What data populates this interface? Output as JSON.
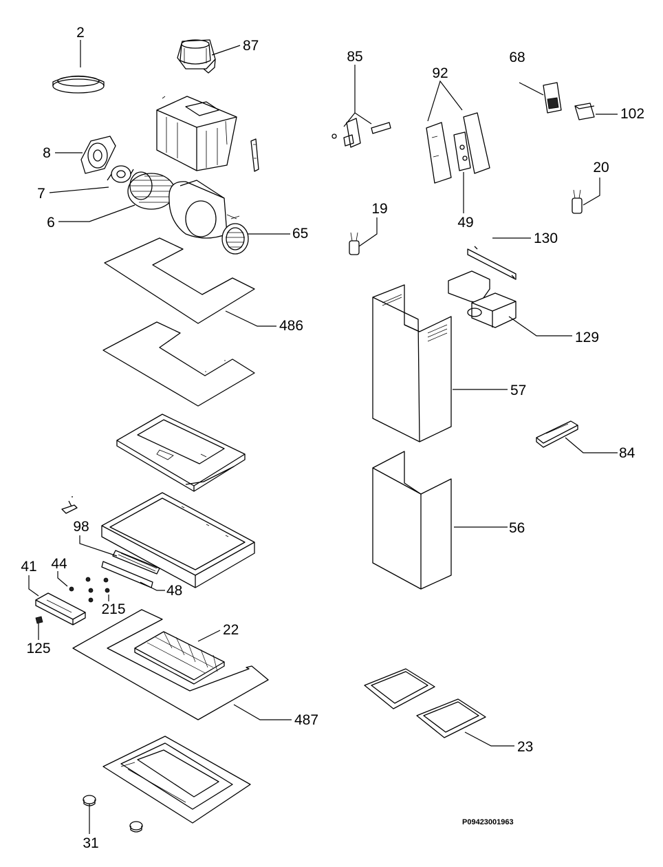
{
  "document_ref": "P09423001963",
  "parts": [
    {
      "id": "p2",
      "label": "2"
    },
    {
      "id": "p87",
      "label": "87"
    },
    {
      "id": "p85",
      "label": "85"
    },
    {
      "id": "p92",
      "label": "92"
    },
    {
      "id": "p68",
      "label": "68"
    },
    {
      "id": "p102",
      "label": "102"
    },
    {
      "id": "p8",
      "label": "8"
    },
    {
      "id": "p7",
      "label": "7"
    },
    {
      "id": "p6",
      "label": "6"
    },
    {
      "id": "p65",
      "label": "65"
    },
    {
      "id": "p19",
      "label": "19"
    },
    {
      "id": "p49",
      "label": "49"
    },
    {
      "id": "p20",
      "label": "20"
    },
    {
      "id": "p130",
      "label": "130"
    },
    {
      "id": "p486",
      "label": "486"
    },
    {
      "id": "p129",
      "label": "129"
    },
    {
      "id": "p57",
      "label": "57"
    },
    {
      "id": "p84",
      "label": "84"
    },
    {
      "id": "p98",
      "label": "98"
    },
    {
      "id": "p56",
      "label": "56"
    },
    {
      "id": "p41",
      "label": "41"
    },
    {
      "id": "p44",
      "label": "44"
    },
    {
      "id": "p48",
      "label": "48"
    },
    {
      "id": "p215",
      "label": "215"
    },
    {
      "id": "p22",
      "label": "22"
    },
    {
      "id": "p125",
      "label": "125"
    },
    {
      "id": "p487",
      "label": "487"
    },
    {
      "id": "p23",
      "label": "23"
    },
    {
      "id": "p31",
      "label": "31"
    }
  ]
}
